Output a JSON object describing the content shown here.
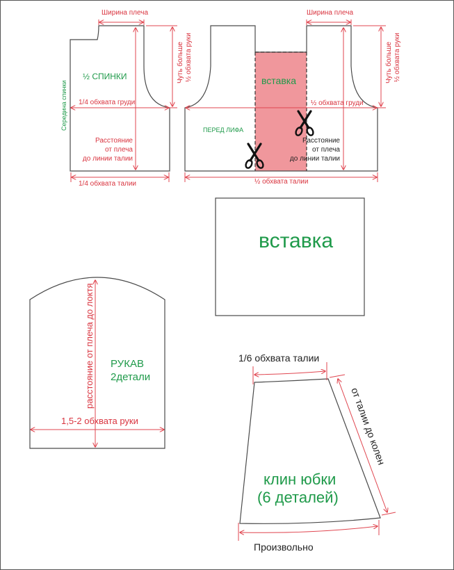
{
  "colors": {
    "outline": "#4a4a4a",
    "dimension": "#e0454f",
    "label_green": "#1f9a4a",
    "insert_fill": "#f0979c"
  },
  "back_piece": {
    "title": "½ СПИНКИ",
    "center_label": "Середина спинки",
    "shoulder_width": "Ширина плеча",
    "armhole": [
      "Чуть больше",
      "½ обхвата руки"
    ],
    "chest": "1/4 обхвата груди",
    "length": [
      "Расстояние",
      "от плеча",
      "до линии талии"
    ],
    "waist": "1/4 обхвата талии"
  },
  "front_piece": {
    "title": "ПЕРЕД ЛИФА",
    "insert_label": "вставка",
    "shoulder_width": "Ширина плеча",
    "armhole_left": [
      "Чуть больше",
      "½ обхвата руки"
    ],
    "armhole_right": [
      "Чуть больше",
      "½ обхвата руки"
    ],
    "chest": "½ обхвата груди",
    "length": [
      "Расстояние",
      "от плеча",
      "до линии талии"
    ],
    "waist": "½ обхвата талии",
    "scissors_icon_count": 2
  },
  "insert_piece": {
    "title": "вставка"
  },
  "sleeve_piece": {
    "title": [
      "РУКАВ",
      "2детали"
    ],
    "length": "расстояние от плеча до локтя",
    "width": "1,5-2 обхвата руки"
  },
  "skirt_piece": {
    "title": [
      "клин юбки",
      "(6 деталей)"
    ],
    "top": "1/6 обхвата талии",
    "side": "от талии до колен",
    "bottom": "Произвольно"
  }
}
